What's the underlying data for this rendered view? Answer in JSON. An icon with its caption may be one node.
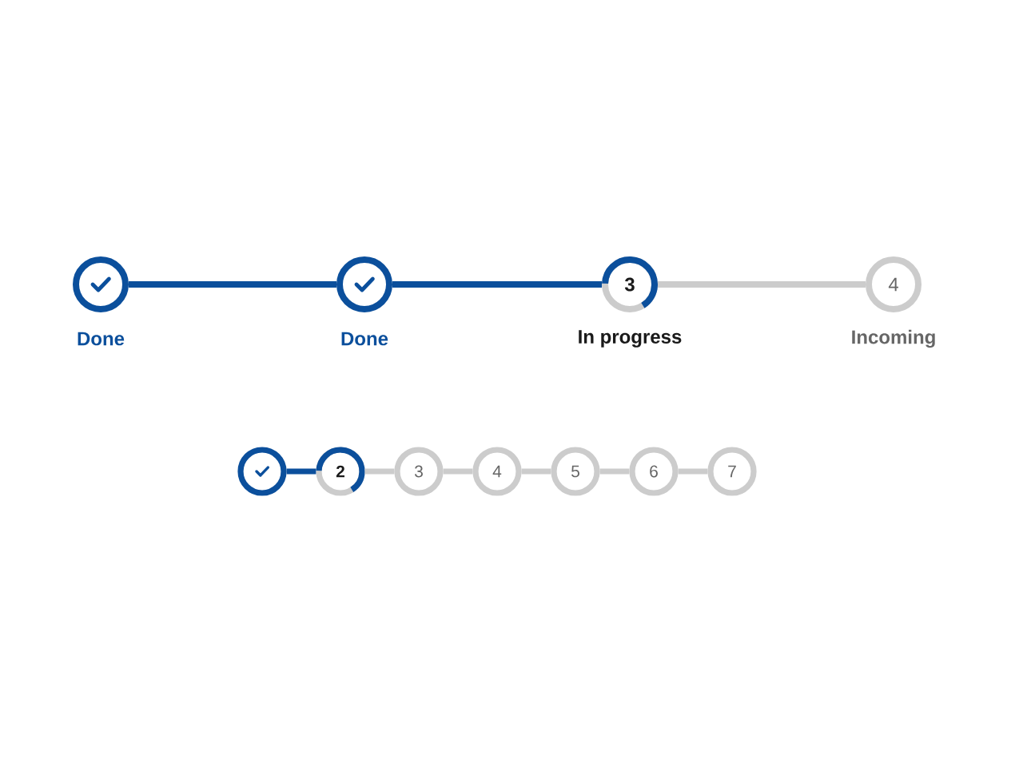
{
  "diagram": {
    "nodes": [
      {
        "text": [],
        "shape": "circle",
        "beside": [
          "Done"
        ]
      },
      {
        "text": [],
        "shape": "circle",
        "beside": [
          "Done"
        ]
      },
      {
        "text": [
          "3"
        ],
        "beside": [
          "In progress"
        ]
      },
      {
        "text": [
          "4"
        ],
        "beside": [
          "Incoming"
        ]
      },
      {
        "text": [],
        "shape": "circle"
      },
      {
        "text": [
          "2"
        ]
      },
      {
        "text": [
          "3"
        ]
      },
      {
        "text": [
          "4"
        ]
      },
      {
        "text": [
          "5"
        ]
      },
      {
        "text": [
          "6"
        ]
      },
      {
        "text": [
          "7"
        ]
      }
    ],
    "edges": [
      {
        "from": 0,
        "to": 1,
        "arrow": "none",
        "color": "#0b4f9c"
      },
      {
        "from": 1,
        "to": 2,
        "arrow": "none",
        "color": "#0b4f9c"
      },
      {
        "from": 2,
        "to": 3,
        "arrow": "none"
      },
      {
        "from": 4,
        "to": 5,
        "arrow": "none",
        "color": "#0b4f9c"
      },
      {
        "from": 5,
        "to": 6,
        "arrow": "none"
      },
      {
        "from": 6,
        "to": 7,
        "arrow": "none"
      },
      {
        "from": 7,
        "to": 8,
        "arrow": "none"
      },
      {
        "from": 8,
        "to": 9,
        "arrow": "none"
      },
      {
        "from": 9,
        "to": 10,
        "arrow": "none"
      }
    ]
  }
}
